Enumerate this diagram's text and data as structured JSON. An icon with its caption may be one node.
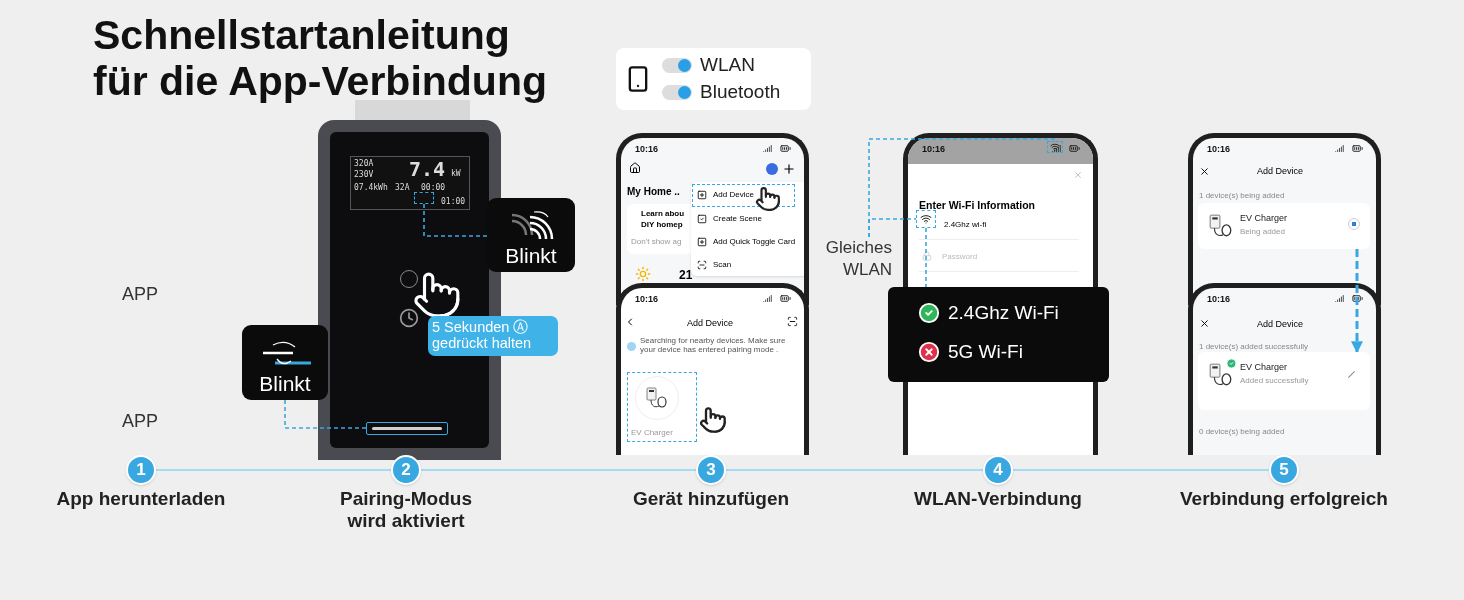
{
  "diagram": {
    "title": "Schnellstartanleitung für die App-Verbindung",
    "nodes": [
      {
        "text": [
          "1"
        ],
        "beside": [
          "App herunterladen"
        ]
      },
      {
        "text": [
          "2"
        ],
        "beside": [
          "Pairing-Modus wird aktiviert"
        ]
      },
      {
        "text": [
          "3"
        ],
        "beside": [
          "Gerät hinzufügen"
        ]
      },
      {
        "text": [
          "4"
        ],
        "beside": [
          "WLAN-Verbindung"
        ]
      },
      {
        "text": [
          "5"
        ],
        "beside": [
          "Verbindung erfolgreich"
        ]
      },
      {
        "text": [
          "Blinkt"
        ]
      },
      {
        "text": [],
        "shape": "box"
      },
      {
        "text": [
          "Blinkt"
        ]
      },
      {
        "text": [],
        "shape": "bar"
      },
      {
        "text": [
          "5 Sekunden Ⓐ gedrückt halten"
        ]
      },
      {
        "text": [
          "Gleiches WLAN"
        ]
      },
      {
        "text": [],
        "shape": "box"
      },
      {
        "text": [],
        "shape": "box"
      },
      {
        "text": [
          "2.4Ghz Wi-Fi",
          "5G Wi-Fi"
        ]
      },
      {
        "text": [
          "EV Charger",
          "Being added"
        ]
      },
      {
        "text": [
          "EV Charger",
          "Added successfully"
        ]
      },
      {
        "text": [
          "WLAN",
          "Bluetooth"
        ]
      }
    ],
    "edges": [
      {
        "from": 0,
        "to": 1,
        "arrow": "none"
      },
      {
        "from": 1,
        "to": 2,
        "arrow": "none"
      },
      {
        "from": 2,
        "to": 3,
        "arrow": "none"
      },
      {
        "from": 3,
        "to": 4,
        "arrow": "none"
      },
      {
        "from": 5,
        "to": 6,
        "arrow": "none",
        "style": "dashed"
      },
      {
        "from": 7,
        "to": 8,
        "arrow": "none",
        "style": "dashed"
      },
      {
        "from": 10,
        "to": 11,
        "arrow": "none",
        "style": "dashed"
      },
      {
        "from": 10,
        "to": 12,
        "arrow": "none",
        "style": "dashed"
      },
      {
        "from": 12,
        "to": 13,
        "arrow": "none",
        "style": "dashed"
      },
      {
        "from": 14,
        "to": 15,
        "arrow": "to",
        "style": "dashed"
      }
    ],
    "labels": [
      "APP",
      "APP",
      "320A",
      "230V",
      "7.4",
      "kW",
      "07.4kWh",
      "32A",
      "00:00",
      "01:00",
      "10:16",
      "My Home ..",
      "Add Device",
      "Create Scene",
      "Add Quick Toggle Card",
      "Scan",
      "Learn abou",
      "DIY homep",
      "Don't show ag",
      "21",
      "10:16",
      "Add Device",
      "Searching for nearby devices. Make sure your device has entered pairing mode .",
      "EV Charger",
      "10:16",
      "Enter Wi-Fi Information",
      "2.4Ghz wi-fi",
      "Password",
      "10:16",
      "Add Device",
      "1 device(s) being added",
      "10:16",
      "Add Device",
      "1 device(s) added successfully",
      "0 device(s) being added"
    ]
  }
}
